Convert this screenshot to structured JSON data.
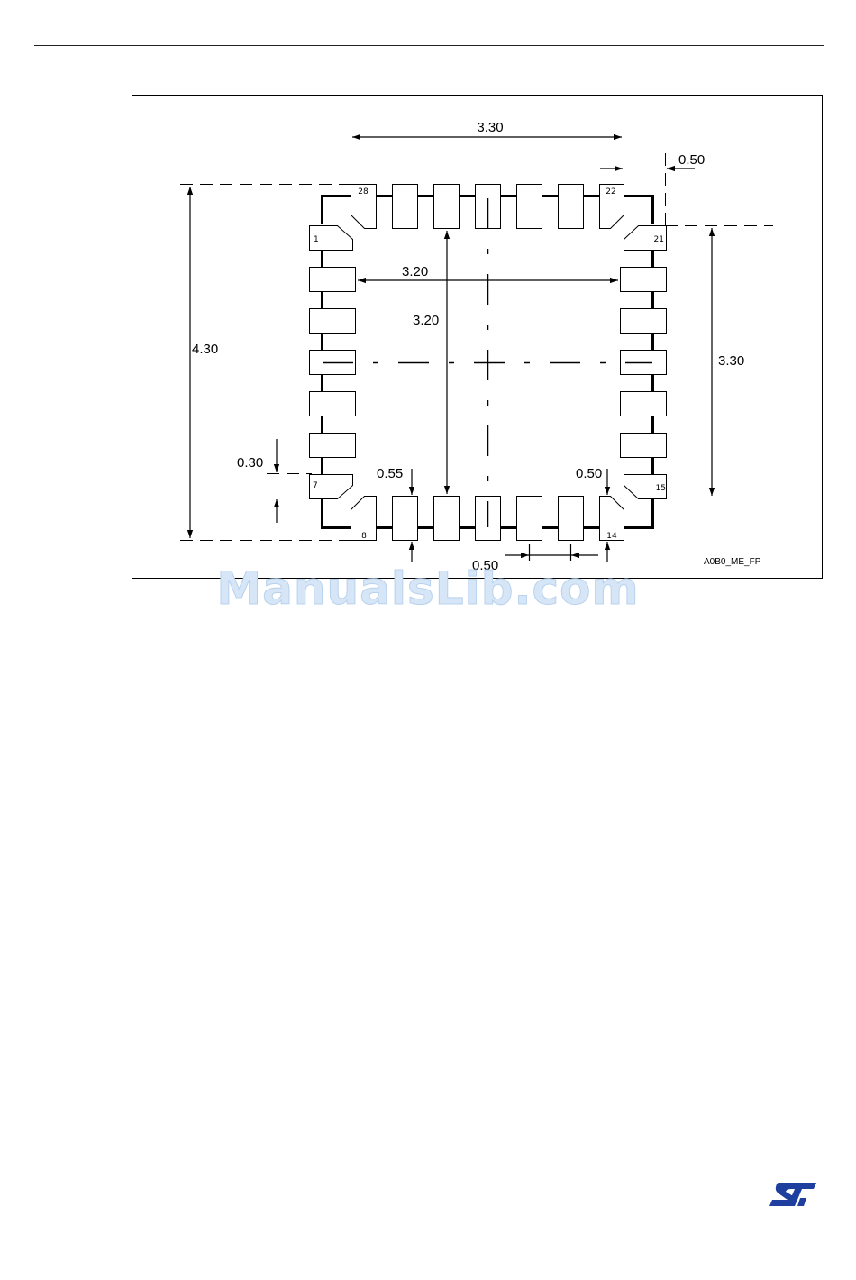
{
  "footprint": {
    "labels": {
      "top_width": "3.30",
      "pitch_top": "0.50",
      "inner_h": "3.20",
      "inner_v": "3.20",
      "outer_h": "4.30",
      "right_v": "3.30",
      "pad_width": "0.30",
      "pad_len_left": "0.55",
      "pad_len_right": "0.50",
      "pitch_bottom": "0.50"
    },
    "pins": {
      "p1": "1",
      "p7": "7",
      "p8": "8",
      "p14": "14",
      "p15": "15",
      "p21": "21",
      "p22": "22",
      "p28": "28"
    },
    "figure_code": "A0B0_ME_FP"
  },
  "watermark": "ManualsLib.com",
  "colors": {
    "line": "#000000",
    "watermark": "#d6e6f7",
    "logo": "#1f3f9f"
  },
  "logo_name": "st-logo"
}
